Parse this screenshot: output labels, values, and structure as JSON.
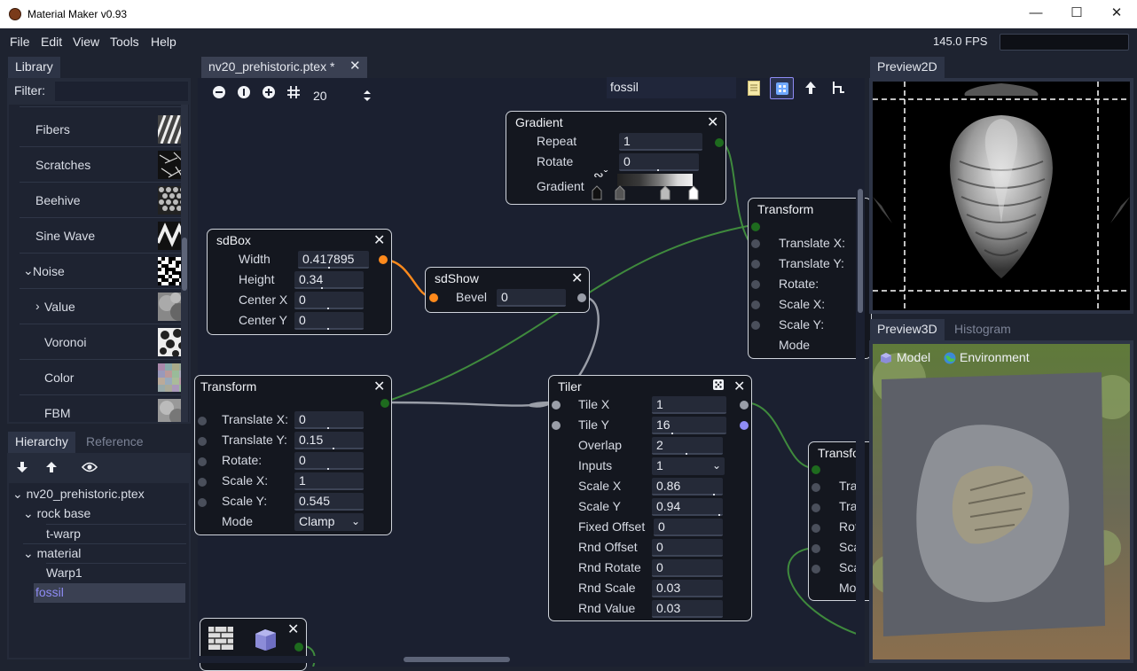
{
  "window": {
    "title": "Material Maker v0.93",
    "min_glyph": "—",
    "max_glyph": "☐",
    "close_glyph": "✕"
  },
  "menu": {
    "file": "File",
    "edit": "Edit",
    "view": "View",
    "tools": "Tools",
    "help": "Help",
    "fps": "145.0 FPS"
  },
  "library": {
    "tab": "Library",
    "filter_label": "Filter:",
    "filter_value": "",
    "items": [
      {
        "label": "Fibers"
      },
      {
        "label": "Scratches"
      },
      {
        "label": "Beehive"
      },
      {
        "label": "Sine Wave"
      },
      {
        "label": "Noise",
        "expander": "⌄"
      },
      {
        "label": "Value",
        "expander": "›"
      },
      {
        "label": "Voronoi"
      },
      {
        "label": "Color"
      },
      {
        "label": "FBM"
      }
    ]
  },
  "hierarchy": {
    "tab": "Hierarchy",
    "tab2": "Reference",
    "items": [
      {
        "label": "nv20_prehistoric.ptex",
        "expander": "⌄"
      },
      {
        "label": "rock base",
        "expander": "⌄"
      },
      {
        "label": "t-warp"
      },
      {
        "label": "material",
        "expander": "⌄"
      },
      {
        "label": "Warp1"
      },
      {
        "label": "fossil"
      }
    ]
  },
  "graph": {
    "tab": "nv20_prehistoric.ptex *",
    "tab_close": "✕",
    "zoom_value": "20",
    "search_value": "fossil"
  },
  "nodes": {
    "gradient": {
      "title": "Gradient",
      "repeat_label": "Repeat",
      "repeat_value": "1",
      "rotate_label": "Rotate",
      "rotate_value": "0",
      "gradient_label": "Gradient"
    },
    "sdbox": {
      "title": "sdBox",
      "width_label": "Width",
      "width_value": "0.417895",
      "height_label": "Height",
      "height_value": "0.34",
      "cx_label": "Center X",
      "cx_value": "0",
      "cy_label": "Center Y",
      "cy_value": "0"
    },
    "sdshow": {
      "title": "sdShow",
      "bevel_label": "Bevel",
      "bevel_value": "0"
    },
    "transform1": {
      "title": "Transform",
      "tx_label": "Translate X:",
      "tx_value": "0",
      "ty_label": "Translate Y:",
      "ty_value": "0.15",
      "rot_label": "Rotate:",
      "rot_value": "0",
      "sx_label": "Scale X:",
      "sx_value": "1",
      "sy_label": "Scale Y:",
      "sy_value": "0.545",
      "mode_label": "Mode",
      "mode_value": "Clamp"
    },
    "transform2": {
      "title": "Transform",
      "tx_label": "Translate X:",
      "ty_label": "Translate Y:",
      "rot_label": "Rotate:",
      "sx_label": "Scale X:",
      "sy_label": "Scale Y:",
      "mode_label": "Mode"
    },
    "transform3": {
      "title": "Transfo",
      "r1": "Tra",
      "r2": "Tra",
      "r3": "Rot",
      "r4": "Sca",
      "r5": "Sca",
      "r6": "Mo"
    },
    "tiler": {
      "title": "Tiler",
      "tilex_label": "Tile X",
      "tilex_value": "1",
      "tiley_label": "Tile Y",
      "tiley_value": "16",
      "overlap_label": "Overlap",
      "overlap_value": "2",
      "inputs_label": "Inputs",
      "inputs_value": "1",
      "scalex_label": "Scale X",
      "scalex_value": "0.86",
      "scaley_label": "Scale Y",
      "scaley_value": "0.94",
      "fixed_label": "Fixed Offset",
      "fixed_value": "0",
      "rndoff_label": "Rnd Offset",
      "rndoff_value": "0",
      "rndrot_label": "Rnd Rotate",
      "rndrot_value": "0",
      "rndscale_label": "Rnd Scale",
      "rndscale_value": "0.03",
      "rndval_label": "Rnd Value",
      "rndval_value": "0.03"
    }
  },
  "preview2d": {
    "tab": "Preview2D"
  },
  "preview3d": {
    "tab": "Preview3D",
    "tab2": "Histogram",
    "model_label": "Model",
    "env_label": "Environment"
  },
  "colors": {
    "accent": "#8f8cf5",
    "orange": "#ff8a1c",
    "green_wire": "#3f8a3d",
    "node_border": "#d0d4dc"
  }
}
